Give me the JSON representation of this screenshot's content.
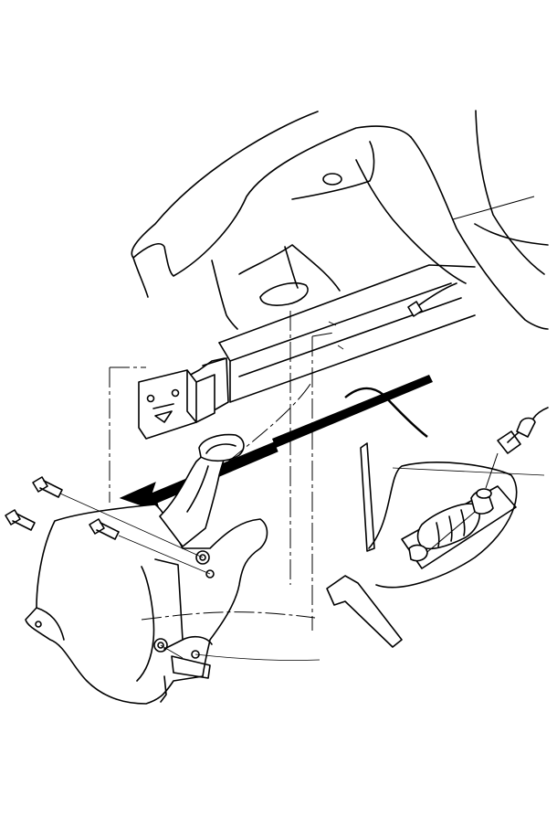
{
  "figure": {
    "kind": "technical exploded-view line drawing",
    "colors": {
      "stroke": "#000000",
      "background": "#ffffff"
    },
    "parts": [
      {
        "name": "fender-liner",
        "icon": "fender-liner-icon"
      },
      {
        "name": "mounting-bracket",
        "icon": "bracket-icon"
      },
      {
        "name": "washer-fluid-reservoir",
        "icon": "reservoir-icon"
      },
      {
        "name": "filler-neck",
        "icon": "filler-neck-icon"
      },
      {
        "name": "mounting-bolts",
        "count": 3,
        "icon": "bolt-icon"
      },
      {
        "name": "washer-pump",
        "icon": "pump-icon"
      },
      {
        "name": "electrical-connector",
        "icon": "connector-icon"
      },
      {
        "name": "washer-hose",
        "icon": "hose-icon"
      },
      {
        "name": "removal-direction-arrow",
        "icon": "arrow-icon"
      }
    ]
  }
}
